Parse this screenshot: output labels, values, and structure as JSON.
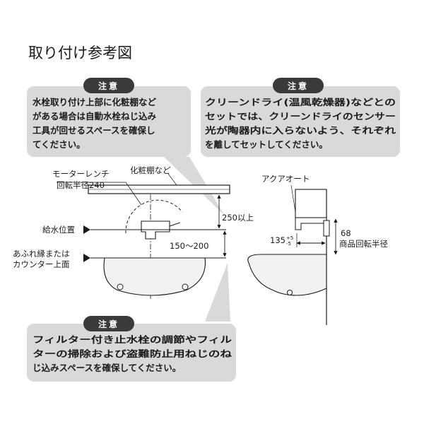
{
  "title": "取り付け参考図",
  "notes": {
    "top_left": {
      "badge": "注意",
      "lines": [
        "水栓取り付け上部に化粧棚など",
        "がある場合は自動水栓ねじ込み",
        "工具が回せるスペースを確保し",
        "てください。"
      ]
    },
    "top_right": {
      "badge": "注意",
      "lines": [
        "クリーンドライ(温風乾燥器)などとの",
        "セットでは、クリーンドライのセンサー",
        "光が陶器内に入らないよう、それぞれ",
        "を離してセットしてください。"
      ]
    },
    "bottom": {
      "badge": "注意",
      "lines": [
        "フィルター付き止水栓の調節やフィル",
        "ターの掃除および盗難防止用ねじのね",
        "じ込みスペースを確保してください。"
      ]
    }
  },
  "left_diagram": {
    "motor_wrench": "モーターレンチ",
    "rotation_radius": "回転半径240",
    "shelf": "化粧棚など",
    "dim_250": "250以上",
    "supply_position": "給水位置",
    "dim_150_200": "150〜200",
    "overflow_line_1": "あふれ縁または",
    "overflow_line_2": "カウンター上面"
  },
  "right_diagram": {
    "aqua_auto": "アクアオート",
    "dim_135": "135",
    "tol_plus": "+5",
    "tol_minus": "-5",
    "dim_68": "68",
    "product_rotation_radius": "商品回転半径"
  },
  "colors": {
    "note_box": "#d9d9d9",
    "badge": "#3a3a3a",
    "line": "#1a1a1a",
    "sink_fill": "#f2f2f2"
  }
}
